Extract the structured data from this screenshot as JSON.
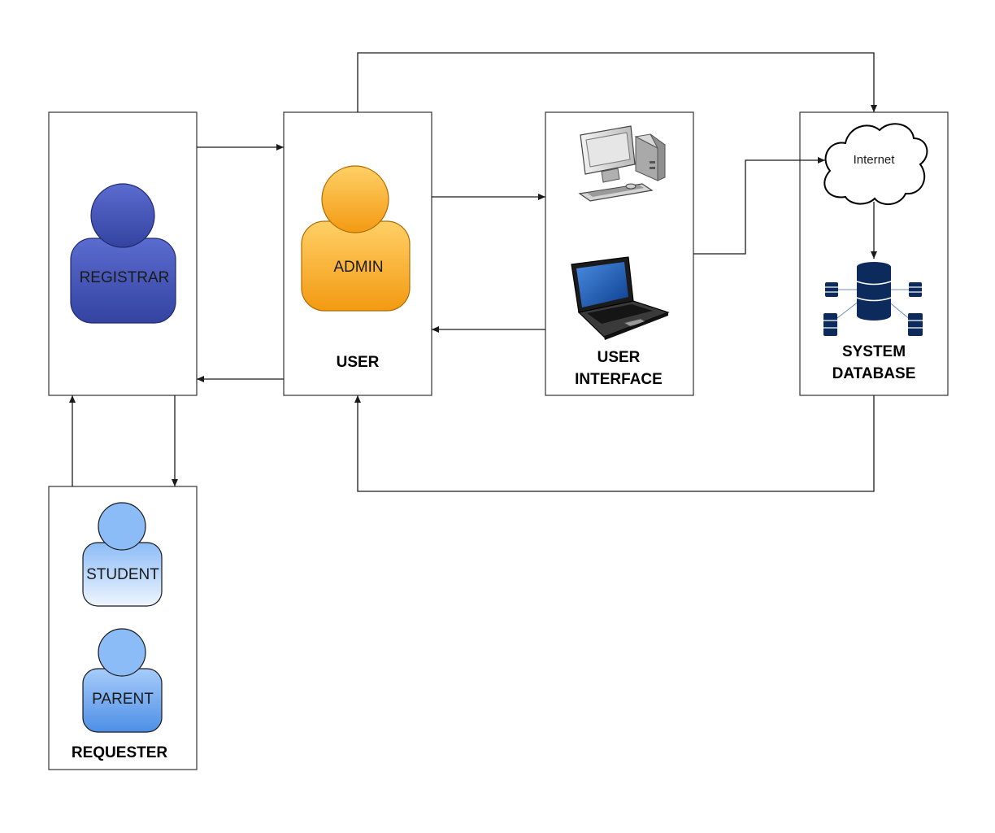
{
  "registrar": {
    "actor_label": "REGISTRAR"
  },
  "user": {
    "actor_label": "ADMIN",
    "box_label": "USER"
  },
  "user_interface": {
    "box_label_line1": "USER",
    "box_label_line2": "INTERFACE"
  },
  "system_database": {
    "cloud_label": "Internet",
    "box_label_line1": "SYSTEM",
    "box_label_line2": "DATABASE"
  },
  "requester": {
    "actor1_label": "STUDENT",
    "actor2_label": "PARENT",
    "box_label": "REQUESTER"
  },
  "icons": [
    "person-icon",
    "desktop-computer-icon",
    "laptop-icon",
    "cloud-icon",
    "database-icon",
    "arrow-icon"
  ],
  "colors": {
    "registrar_fill": "#4656b8",
    "admin_fill": "#f5a623",
    "requester_fill": "#8ab8f5"
  }
}
